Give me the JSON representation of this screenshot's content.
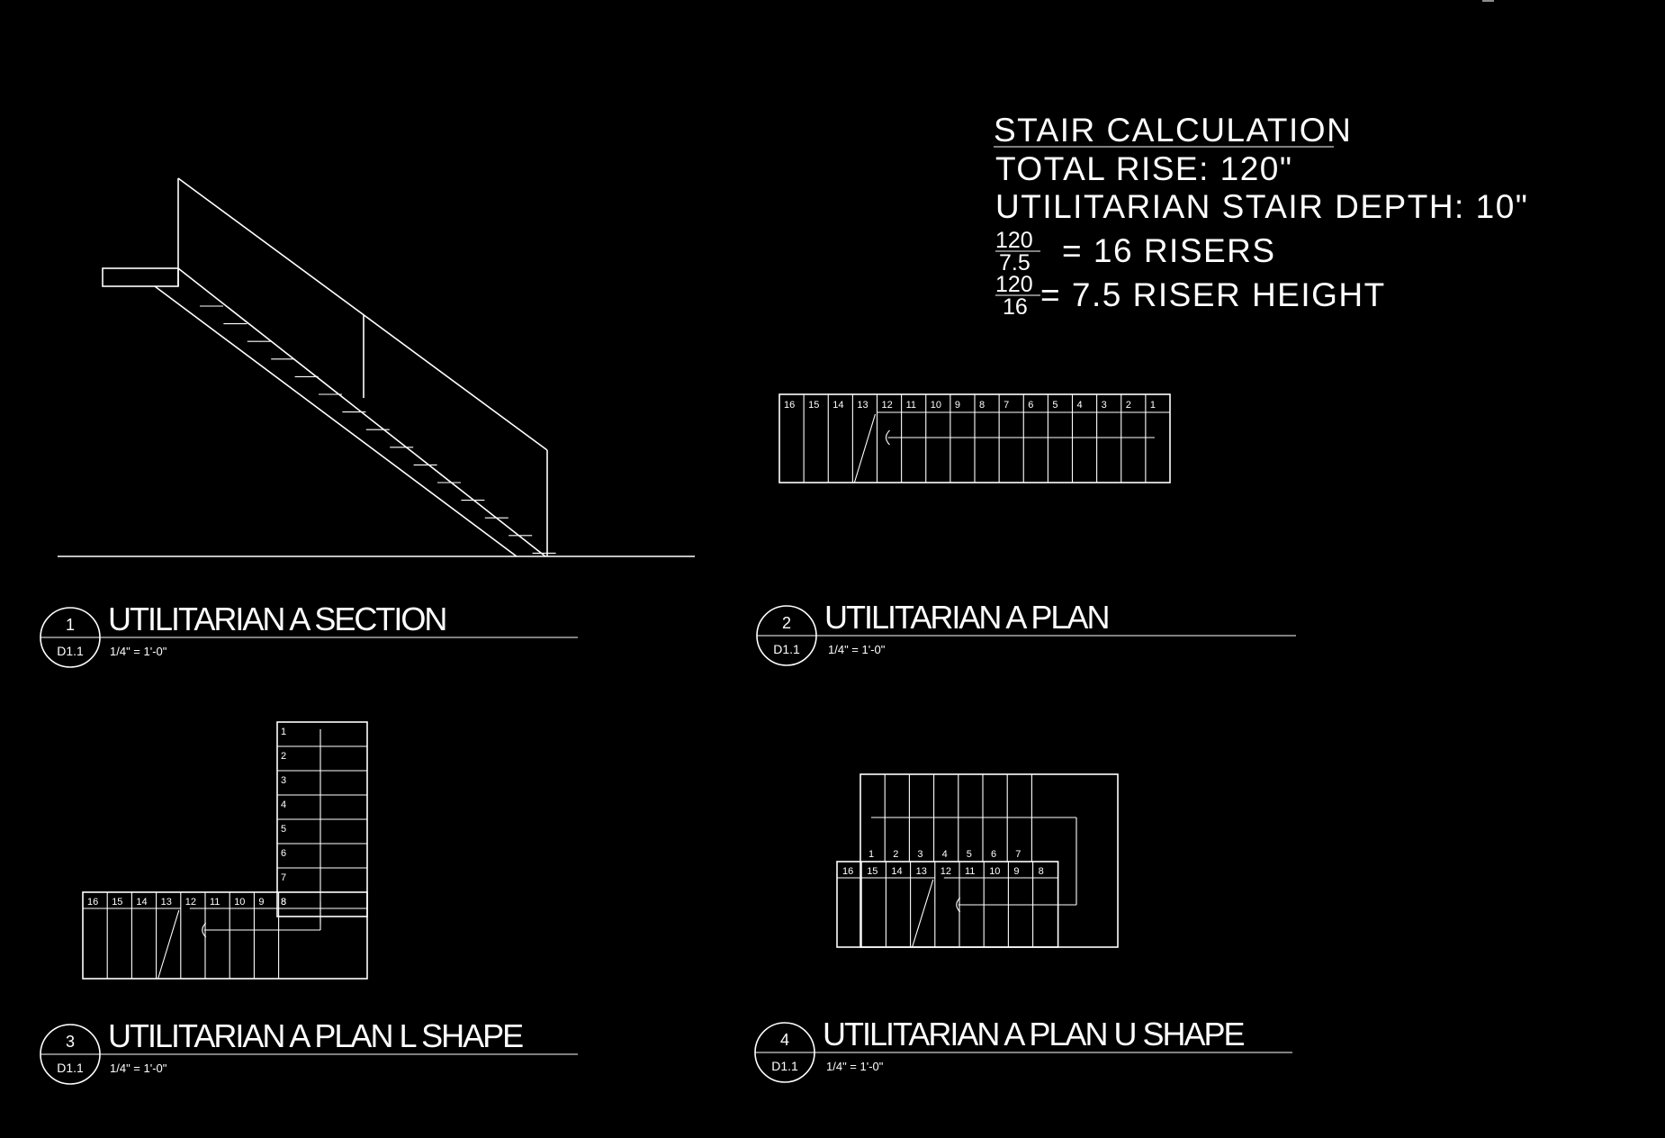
{
  "calculation": {
    "heading": "STAIR CALCULATION",
    "line1": "TOTAL RISE: 120\"",
    "line2": "UTILITARIAN STAIR DEPTH: 10\"",
    "frac1_num": "120",
    "frac1_den": "7.5",
    "line3": "= 16 RISERS",
    "frac2_num": "120",
    "frac2_den": "16",
    "line4": "= 7.5 RISER HEIGHT"
  },
  "views": [
    {
      "number": "1",
      "sheet": "D1.1",
      "title": "UTILITARIAN A SECTION",
      "scale": "1/4\" = 1'-0\""
    },
    {
      "number": "2",
      "sheet": "D1.1",
      "title": "UTILITARIAN A PLAN",
      "scale": "1/4\" = 1'-0\""
    },
    {
      "number": "3",
      "sheet": "D1.1",
      "title": "UTILITARIAN A PLAN L SHAPE",
      "scale": "1/4\" = 1'-0\""
    },
    {
      "number": "4",
      "sheet": "D1.1",
      "title": "UTILITARIAN A PLAN U SHAPE",
      "scale": "1/4\" = 1'-0\""
    }
  ],
  "straight_plan_treads": [
    "16",
    "15",
    "14",
    "13",
    "12",
    "11",
    "10",
    "9",
    "8",
    "7",
    "6",
    "5",
    "4",
    "3",
    "2",
    "1"
  ],
  "l_shape": {
    "upper_treads": [
      "1",
      "2",
      "3",
      "4",
      "5",
      "6",
      "7",
      "8"
    ],
    "lower_treads": [
      "16",
      "15",
      "14",
      "13",
      "12",
      "11",
      "10",
      "9"
    ]
  },
  "u_shape": {
    "upper_treads": [
      "1",
      "2",
      "3",
      "4",
      "5",
      "6",
      "7"
    ],
    "lower_treads": [
      "16",
      "15",
      "14",
      "13",
      "12",
      "11",
      "10",
      "9",
      "8"
    ]
  },
  "colors": {
    "background": "#000000",
    "linework": "#ffffff"
  }
}
